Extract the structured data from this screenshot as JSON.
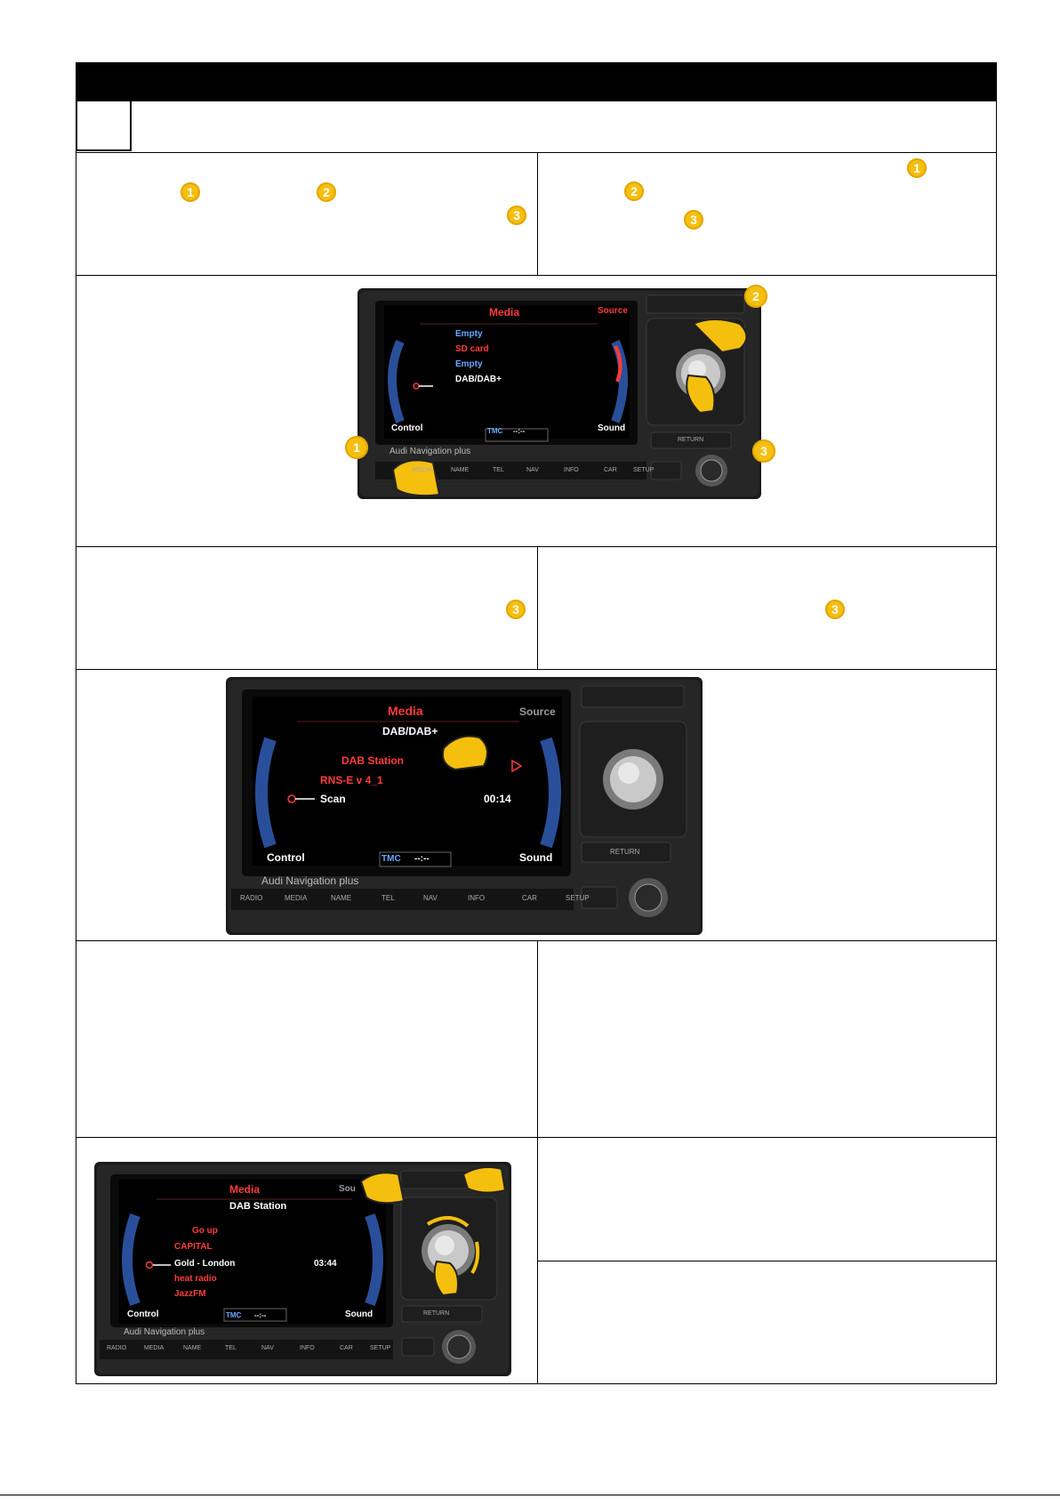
{
  "colors": {
    "accent_badge": "#f5bf0e",
    "screen_red": "#ff3b3b",
    "screen_blue": "#6aa8ff",
    "screen_white": "#ffffff",
    "screen_gray": "#9a9a9a",
    "hand": "#f5bf0e"
  },
  "steps_row1": {
    "left_badges": [
      "1",
      "2",
      "3"
    ],
    "right_badges": [
      "1",
      "2",
      "3"
    ]
  },
  "image1": {
    "badges": [
      "1",
      "2",
      "3"
    ],
    "screen": {
      "title": "Media",
      "source": "Source",
      "items": [
        "Empty",
        "SD card",
        "Empty",
        "DAB/DAB+"
      ],
      "control": "Control",
      "sound": "Sound",
      "tmc": "TMC",
      "tmc_time": "--:--",
      "brand": "Audi Navigation plus"
    },
    "buttons": [
      "MEDIA",
      "NAME",
      "TEL",
      "NAV",
      "INFO",
      "CAR",
      "SETUP"
    ],
    "return_label": "RETURN"
  },
  "steps_row2": {
    "left_badges": [
      "3"
    ],
    "right_badges": [
      "3"
    ]
  },
  "image2": {
    "screen": {
      "title": "Media",
      "source": "Source",
      "header": "DAB/DAB+",
      "item_station": "DAB Station",
      "item_version": "RNS-E v 4_1",
      "item_scan": "Scan",
      "scan_time": "00:14",
      "control": "Control",
      "sound": "Sound",
      "tmc": "TMC",
      "tmc_time": "--:--",
      "brand": "Audi Navigation plus"
    },
    "buttons": [
      "RADIO",
      "MEDIA",
      "NAME",
      "TEL",
      "NAV",
      "INFO",
      "CAR",
      "SETUP"
    ],
    "return_label": "RETURN"
  },
  "image3": {
    "screen": {
      "title": "Media",
      "source": "Sou",
      "header": "DAB Station",
      "items": [
        "Go up",
        "CAPITAL",
        "Gold - London",
        "heat radio",
        "JazzFM"
      ],
      "time": "03:44",
      "control": "Control",
      "sound": "Sound",
      "tmc": "TMC",
      "tmc_time": "--:--",
      "brand": "Audi Navigation plus"
    },
    "buttons": [
      "RADIO",
      "MEDIA",
      "NAME",
      "TEL",
      "NAV",
      "INFO",
      "CAR",
      "SETUP"
    ],
    "return_label": "RETURN"
  }
}
